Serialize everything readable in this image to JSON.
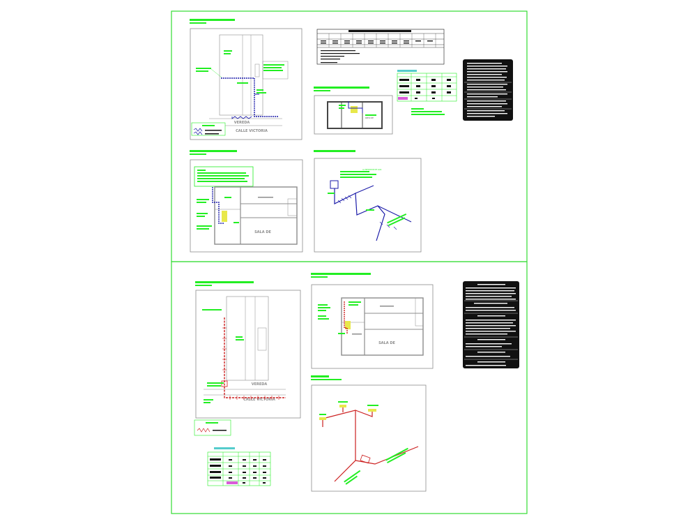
{
  "colors": {
    "sheet_border": "#33dd33",
    "green": "#22ee22",
    "blue": "#1a1aa8",
    "red": "#cc1f1f",
    "gray": "#8c8c8c",
    "yellow": "#e8e84a",
    "magenta": "#d95bd9",
    "cyan": "#55cccc",
    "black": "#111111"
  },
  "top_sheet": {
    "street_label": "CALLE VICTORIA",
    "street_short": "VEREDA",
    "patio_label": "PATIO DE",
    "plan2_room": "SALA DE",
    "iso1_note": "AL MEDIDOR DE GAS"
  },
  "bottom_sheet": {
    "street_label": "CALLE VICTORIA",
    "street_short": "VEREDA",
    "plan2_room": "SALA DE"
  },
  "icons": {
    "grid": "dense-table-icon",
    "notes": "notes-block-icon"
  }
}
